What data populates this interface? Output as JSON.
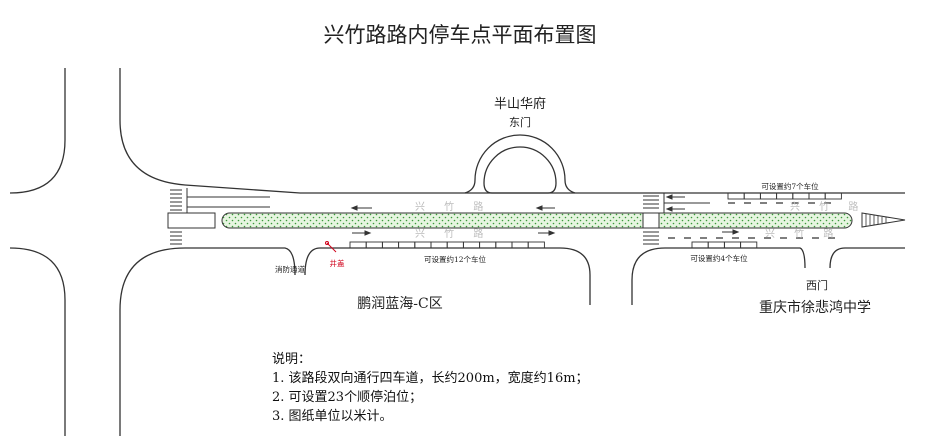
{
  "title": "兴竹路路内停车点平面布置图",
  "labels": {
    "banshan": "半山华府",
    "east_gate": "东门",
    "road_name": "兴 竹 路",
    "fire_lane": "消防通道",
    "manhole": "井盖",
    "spots_12": "可设置约12个车位",
    "spots_7": "可设置约7个车位",
    "spots_4": "可设置约4个车位",
    "west_gate": "西门",
    "pengrun": "鹏润蓝海-C区",
    "school": "重庆市徐悲鸿中学"
  },
  "notes": {
    "heading": "说明：",
    "items": [
      "1. 该路段双向通行四车道，长约200m，宽度约16m；",
      "2. 可设置23个顺停泊位；",
      "3. 图纸单位以米计。"
    ]
  },
  "parking": {
    "north_east": 7,
    "south_middle": 12,
    "south_east": 4,
    "total": 23
  },
  "colors": {
    "median": "#e6f5e0",
    "median_dots": "#3a9a3a",
    "manhole": "#d0021b"
  }
}
